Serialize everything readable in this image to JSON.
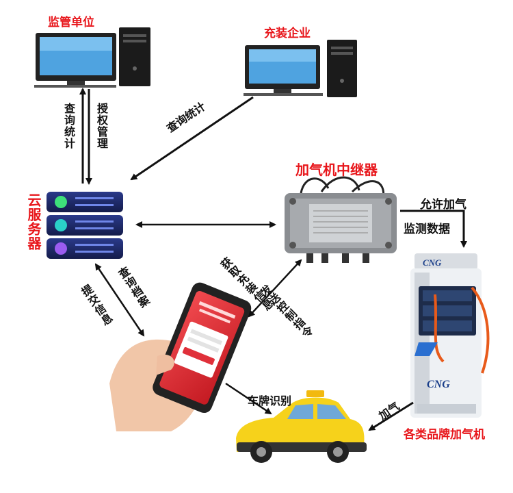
{
  "nodes": {
    "regulator": "监管单位",
    "filler": "充装企业",
    "cloud": "云服务器",
    "relay": "加气机中继器",
    "dispenser": "各类品牌加气机"
  },
  "edges": {
    "query_stats_left": "查询统计",
    "authorize": "授权管理",
    "query_stats_diag": "查询统计",
    "get_info": "获取充装信息",
    "send_cmd": "发送控制指令",
    "query_archive": "查询档案",
    "submit_info": "提交信息",
    "allow_fuel": "允许加气",
    "monitor_data": "监测数据",
    "plate_recog": "车牌识别",
    "fueling": "加气"
  },
  "device_text": {
    "dispenser_brand": "CNG"
  },
  "colors": {
    "label_red": "#e8161b",
    "arrow": "#111111",
    "taxi": "#f6d21b",
    "phone_screen": "#e0303a",
    "server": "#1f2a6b"
  }
}
